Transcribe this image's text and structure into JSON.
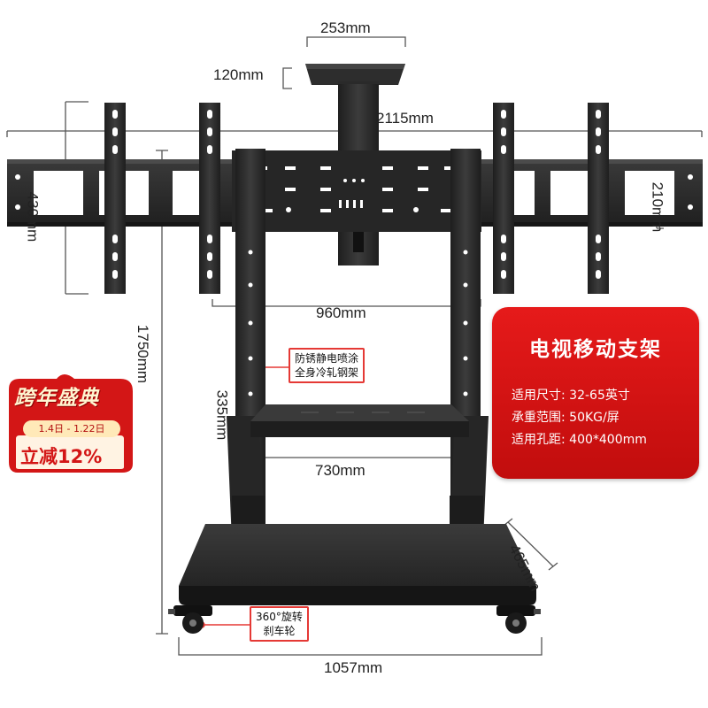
{
  "dimensions": {
    "plate_width": "253mm",
    "plate_height": "120mm",
    "beam_width": "2115mm",
    "bracket_height": "430mm",
    "beam_height": "210mm",
    "inner_span": "960mm",
    "total_height": "1750mm",
    "shelf_gap": "335mm",
    "shelf_width": "730mm",
    "base_depth": "465mm",
    "base_width": "1057mm"
  },
  "callouts": {
    "coating": [
      "防锈静电喷涂",
      "全身冷轧钢架"
    ],
    "wheels": [
      "360°旋转",
      "刹车轮"
    ]
  },
  "product_card": {
    "title": "电视移动支架",
    "specs": [
      "适用尺寸: 32-65英寸",
      "承重范围: 50KG/屏",
      "适用孔距: 400*400mm"
    ]
  },
  "promo": {
    "title": "跨年盛典",
    "date": "1.4日 - 1.22日",
    "discount": "立减12%"
  },
  "colors": {
    "metal": "#2b2b2b",
    "metal_highlight": "#4a4a4a",
    "accent_red": "#e53935",
    "card_red": "#d21212"
  }
}
